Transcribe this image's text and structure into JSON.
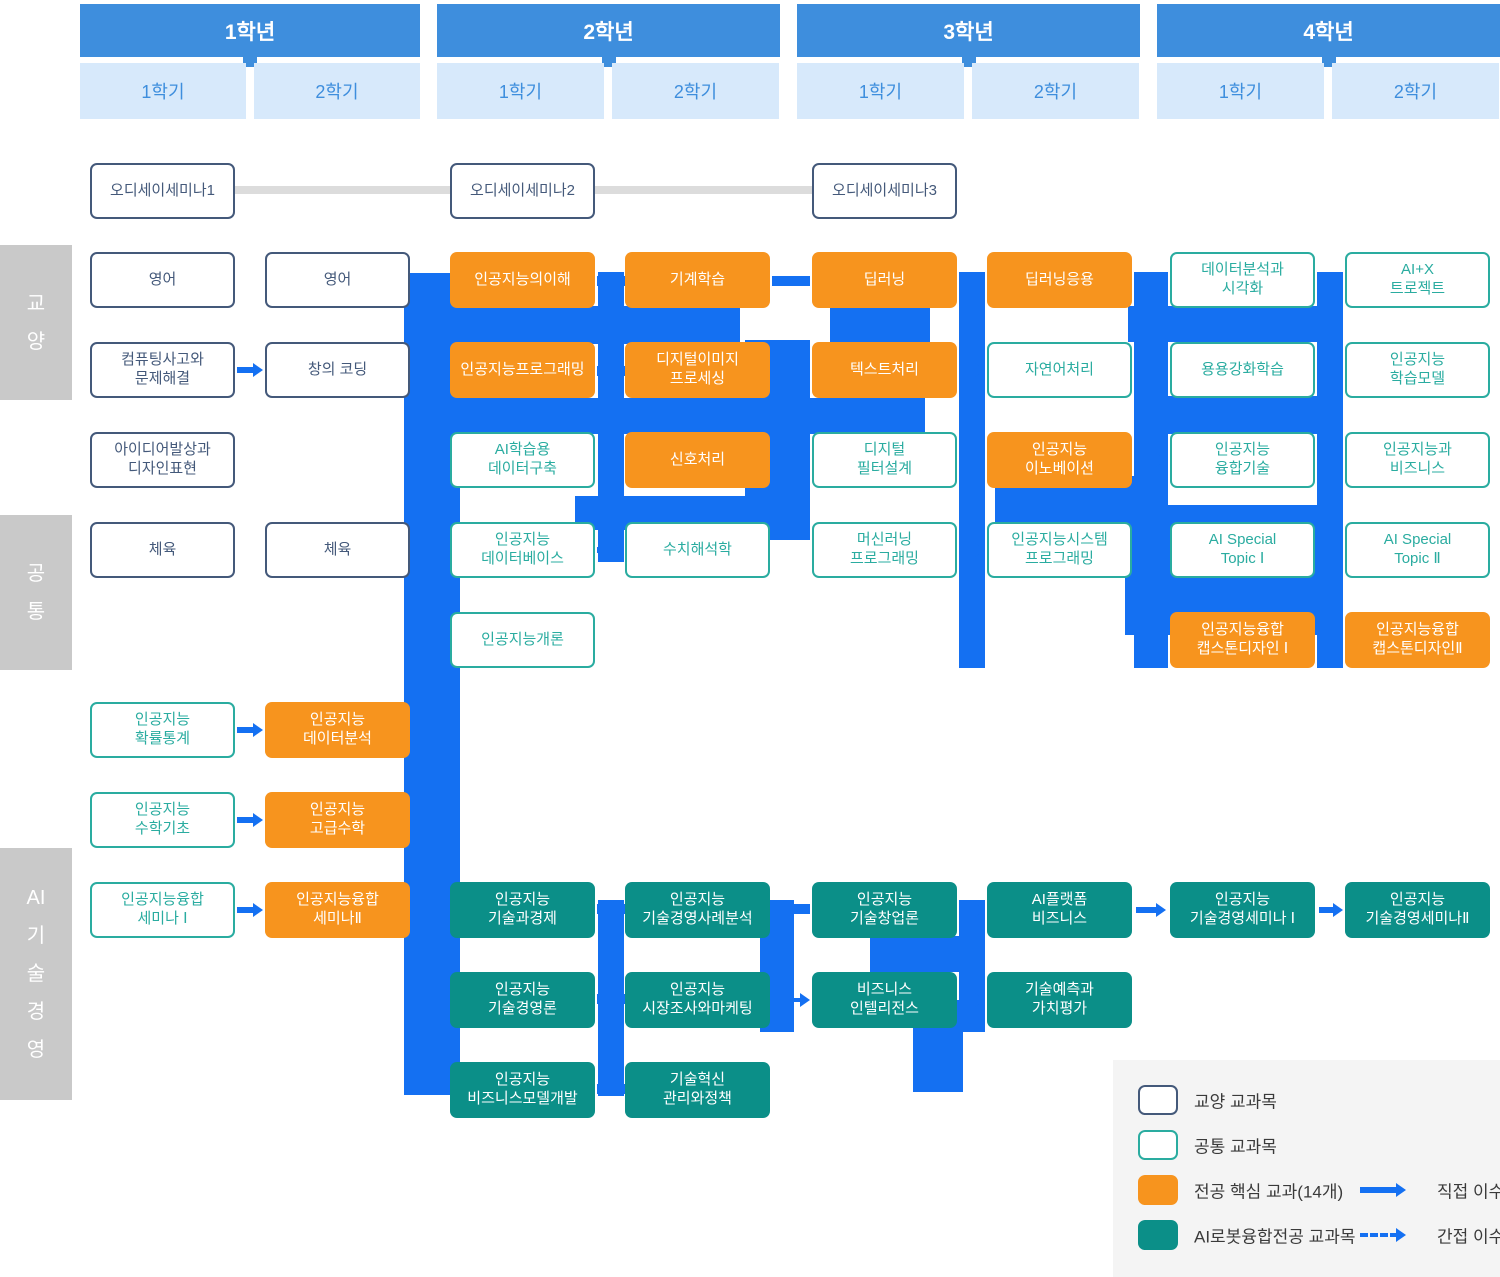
{
  "years": [
    {
      "label": "1학년",
      "semesters": [
        "1학기",
        "2학기"
      ]
    },
    {
      "label": "2학년",
      "semesters": [
        "1학기",
        "2학기"
      ]
    },
    {
      "label": "3학년",
      "semesters": [
        "1학기",
        "2학기"
      ]
    },
    {
      "label": "4학년",
      "semesters": [
        "1학기",
        "2학기"
      ]
    }
  ],
  "odyssey_courses": [
    "오디세이세미나1",
    "오디세이세미나2",
    "오디세이세미나3"
  ],
  "section_labels": [
    {
      "id": "gyoyang",
      "label": "교\n양"
    },
    {
      "id": "gongtong",
      "label": "공\n통"
    },
    {
      "id": "ai-tech-mgmt",
      "label": "AI\n기\n술\n경\n영"
    }
  ],
  "courses": [
    {
      "label": "영어",
      "type": "gyoyang",
      "col": 1,
      "row": 0
    },
    {
      "label": "영어",
      "type": "gyoyang",
      "col": 2,
      "row": 0
    },
    {
      "label": "인공지능의이해",
      "type": "core",
      "col": 3,
      "row": 0
    },
    {
      "label": "기계학습",
      "type": "core",
      "col": 4,
      "row": 0
    },
    {
      "label": "딥러닝",
      "type": "core",
      "col": 5,
      "row": 0
    },
    {
      "label": "딥러닝응용",
      "type": "core",
      "col": 6,
      "row": 0
    },
    {
      "label": "데이터분석과\n시각화",
      "type": "common",
      "col": 7,
      "row": 0
    },
    {
      "label": "AI+X\n트로젝트",
      "type": "common",
      "col": 8,
      "row": 0
    },
    {
      "label": "컴퓨팅사고와\n문제해결",
      "type": "gyoyang",
      "col": 1,
      "row": 1
    },
    {
      "label": "창의 코딩",
      "type": "gyoyang",
      "col": 2,
      "row": 1
    },
    {
      "label": "인공지능프로그래밍",
      "type": "core",
      "col": 3,
      "row": 1
    },
    {
      "label": "디지털이미지\n프로세싱",
      "type": "core",
      "col": 4,
      "row": 1
    },
    {
      "label": "텍스트처리",
      "type": "core",
      "col": 5,
      "row": 1
    },
    {
      "label": "자연어처리",
      "type": "common",
      "col": 6,
      "row": 1
    },
    {
      "label": "용용강화학습",
      "type": "common",
      "col": 7,
      "row": 1
    },
    {
      "label": "인공지능\n학습모델",
      "type": "common",
      "col": 8,
      "row": 1
    },
    {
      "label": "아이디어발상과\n디자인표현",
      "type": "gyoyang",
      "col": 1,
      "row": 2
    },
    {
      "label": "AI학습용\n데이터구축",
      "type": "common",
      "col": 3,
      "row": 2
    },
    {
      "label": "신호처리",
      "type": "core",
      "col": 4,
      "row": 2
    },
    {
      "label": "디지털\n필터설계",
      "type": "common",
      "col": 5,
      "row": 2
    },
    {
      "label": "인공지능\n이노베이션",
      "type": "core",
      "col": 6,
      "row": 2
    },
    {
      "label": "인공지능\n융합기술",
      "type": "common",
      "col": 7,
      "row": 2
    },
    {
      "label": "인공지능과\n비즈니스",
      "type": "common",
      "col": 8,
      "row": 2
    },
    {
      "label": "체육",
      "type": "gyoyang",
      "col": 1,
      "row": 3
    },
    {
      "label": "체육",
      "type": "gyoyang",
      "col": 2,
      "row": 3
    },
    {
      "label": "인공지능\n데이터베이스",
      "type": "common",
      "col": 3,
      "row": 3
    },
    {
      "label": "수치해석학",
      "type": "common",
      "col": 4,
      "row": 3
    },
    {
      "label": "머신러닝\n프로그래밍",
      "type": "common",
      "col": 5,
      "row": 3
    },
    {
      "label": "인공지능시스템\n프로그래밍",
      "type": "common",
      "col": 6,
      "row": 3
    },
    {
      "label": "AI Special\nTopic Ⅰ",
      "type": "common",
      "col": 7,
      "row": 3
    },
    {
      "label": "AI Special\nTopic Ⅱ",
      "type": "common",
      "col": 8,
      "row": 3
    },
    {
      "label": "인공지능개론",
      "type": "common",
      "col": 3,
      "row": 4
    },
    {
      "label": "인공지능융합\n캡스톤디자인 Ⅰ",
      "type": "core",
      "col": 7,
      "row": 4
    },
    {
      "label": "인공지능융합\n캡스톤디자인Ⅱ",
      "type": "core",
      "col": 8,
      "row": 4
    },
    {
      "label": "인공지능\n확률통계",
      "type": "common",
      "col": 1,
      "row": 5
    },
    {
      "label": "인공지능\n데이터분석",
      "type": "core",
      "col": 2,
      "row": 5
    },
    {
      "label": "인공지능\n수학기초",
      "type": "common",
      "col": 1,
      "row": 6
    },
    {
      "label": "인공지능\n고급수학",
      "type": "core",
      "col": 2,
      "row": 6
    },
    {
      "label": "인공지능융합\n세미나 Ⅰ",
      "type": "common",
      "col": 1,
      "row": 7
    },
    {
      "label": "인공지능융합\n세미나Ⅱ",
      "type": "core",
      "col": 2,
      "row": 7
    },
    {
      "label": "인공지능\n기술과경제",
      "type": "tech",
      "col": 3,
      "row": 7
    },
    {
      "label": "인공지능\n기술경영사례분석",
      "type": "tech",
      "col": 4,
      "row": 7
    },
    {
      "label": "인공지능\n기술창업론",
      "type": "tech",
      "col": 5,
      "row": 7
    },
    {
      "label": "AI플랫폼\n비즈니스",
      "type": "tech",
      "col": 6,
      "row": 7
    },
    {
      "label": "인공지능\n기술경영세미나 Ⅰ",
      "type": "tech",
      "col": 7,
      "row": 7
    },
    {
      "label": "인공지능\n기술경영세미나Ⅱ",
      "type": "tech",
      "col": 8,
      "row": 7
    },
    {
      "label": "인공지능\n기술경영론",
      "type": "tech",
      "col": 3,
      "row": 8
    },
    {
      "label": "인공지능\n시장조사와마케팅",
      "type": "tech",
      "col": 4,
      "row": 8
    },
    {
      "label": "비즈니스\n인텔리전스",
      "type": "tech",
      "col": 5,
      "row": 8
    },
    {
      "label": "기술예측과\n가치평가",
      "type": "tech",
      "col": 6,
      "row": 8
    },
    {
      "label": "인공지능\n비즈니스모델개발",
      "type": "tech",
      "col": 3,
      "row": 9
    },
    {
      "label": "기술혁신\n관리와정책",
      "type": "tech",
      "col": 4,
      "row": 9
    }
  ],
  "legend": {
    "items": [
      {
        "type": "gyoyang",
        "label": "교양 교과목"
      },
      {
        "type": "common",
        "label": "공통 교과목"
      },
      {
        "type": "core",
        "label": "전공 핵심 교과(14개)"
      },
      {
        "type": "tech",
        "label": "AI로봇융합전공 교과목"
      }
    ],
    "arrows": [
      {
        "style": "solid",
        "label": "직접 이수"
      },
      {
        "style": "dashed",
        "label": "간접 이수"
      }
    ]
  },
  "colors": {
    "year_header": "#3e8edd",
    "semester_bg": "#d7e9fb",
    "liberal_border": "#44597a",
    "common_border": "#2aaca0",
    "core_fill": "#f7941e",
    "tech_fill": "#0b8f88",
    "connector": "#1470f2",
    "section_label_bg": "#c9c9c9",
    "odyssey_line": "#dcdcdc",
    "legend_bg": "#f4f4f4"
  }
}
